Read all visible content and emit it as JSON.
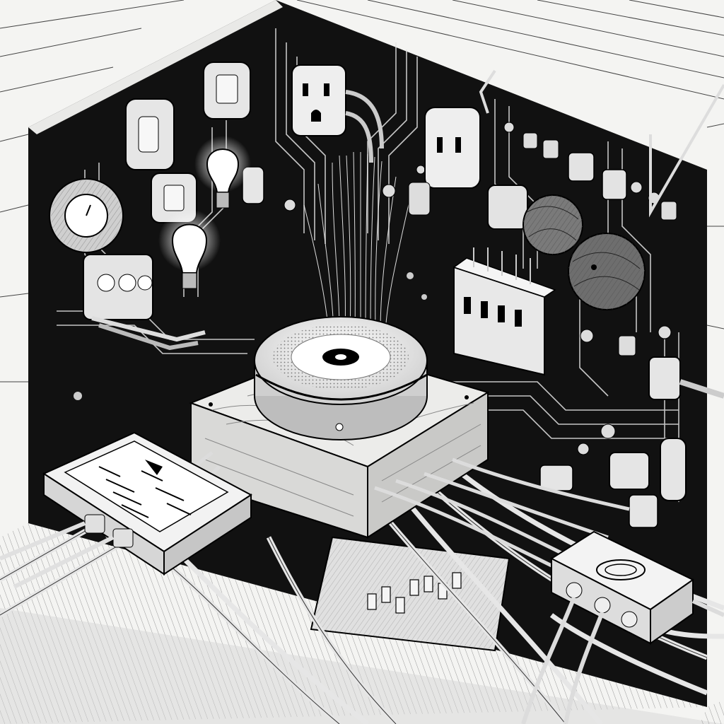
{
  "palette": {
    "ink": "#0b0b0b",
    "paper": "#f4f4f2",
    "mid": "#8a8a8a",
    "light": "#d8d8d6",
    "wall": "#111111"
  },
  "scene_elements": {
    "hub": "smart-home-hub",
    "base": "wooden-base-block",
    "phone": "handheld-device",
    "plugbox": "power-splitter-box",
    "yarnballs": [
      "yarn-ball-left",
      "yarn-ball-right"
    ],
    "outlets": [
      "outlet-top-center",
      "outlet-top-right",
      "outlet-multi"
    ],
    "bulbs": [
      "bulb-upper",
      "bulb-lower"
    ]
  }
}
